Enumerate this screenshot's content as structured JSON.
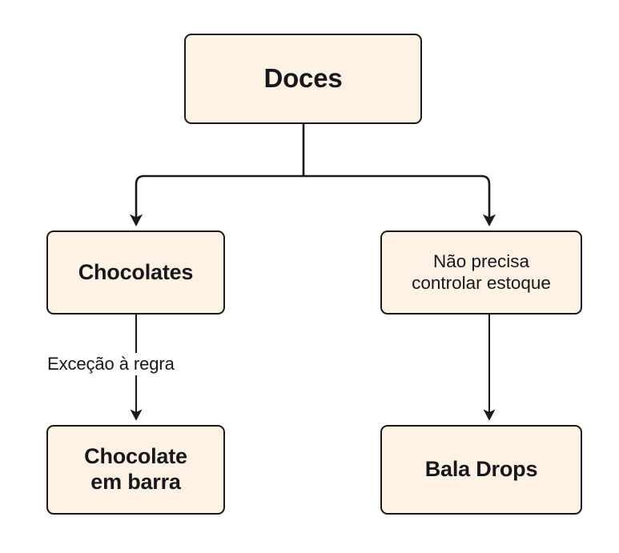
{
  "diagram": {
    "title_node": "Doces",
    "background_color": "#ffffff",
    "node_fill_color": "#FDF2E3",
    "node_border_color": "#1A1A1A",
    "text_color": "#16181d",
    "connector_color": "#1A1A1A",
    "nodes": [
      {
        "id": "root",
        "label": "Doces",
        "bold": true
      },
      {
        "id": "chocolates",
        "label": "Chocolates",
        "bold": true
      },
      {
        "id": "sem_estoque",
        "label": "Não precisa\ncontrolar estoque",
        "bold": false
      },
      {
        "id": "barra",
        "label": "Chocolate\nem barra",
        "bold": true
      },
      {
        "id": "bala",
        "label": "Bala Drops",
        "bold": true
      }
    ],
    "edges": [
      {
        "from": "root",
        "to": "chocolates",
        "label": ""
      },
      {
        "from": "root",
        "to": "sem_estoque",
        "label": ""
      },
      {
        "from": "chocolates",
        "to": "barra",
        "label": "Exceção à regra"
      },
      {
        "from": "sem_estoque",
        "to": "bala",
        "label": ""
      }
    ],
    "edge_labels": {
      "excecao": "Exceção à regra"
    }
  }
}
